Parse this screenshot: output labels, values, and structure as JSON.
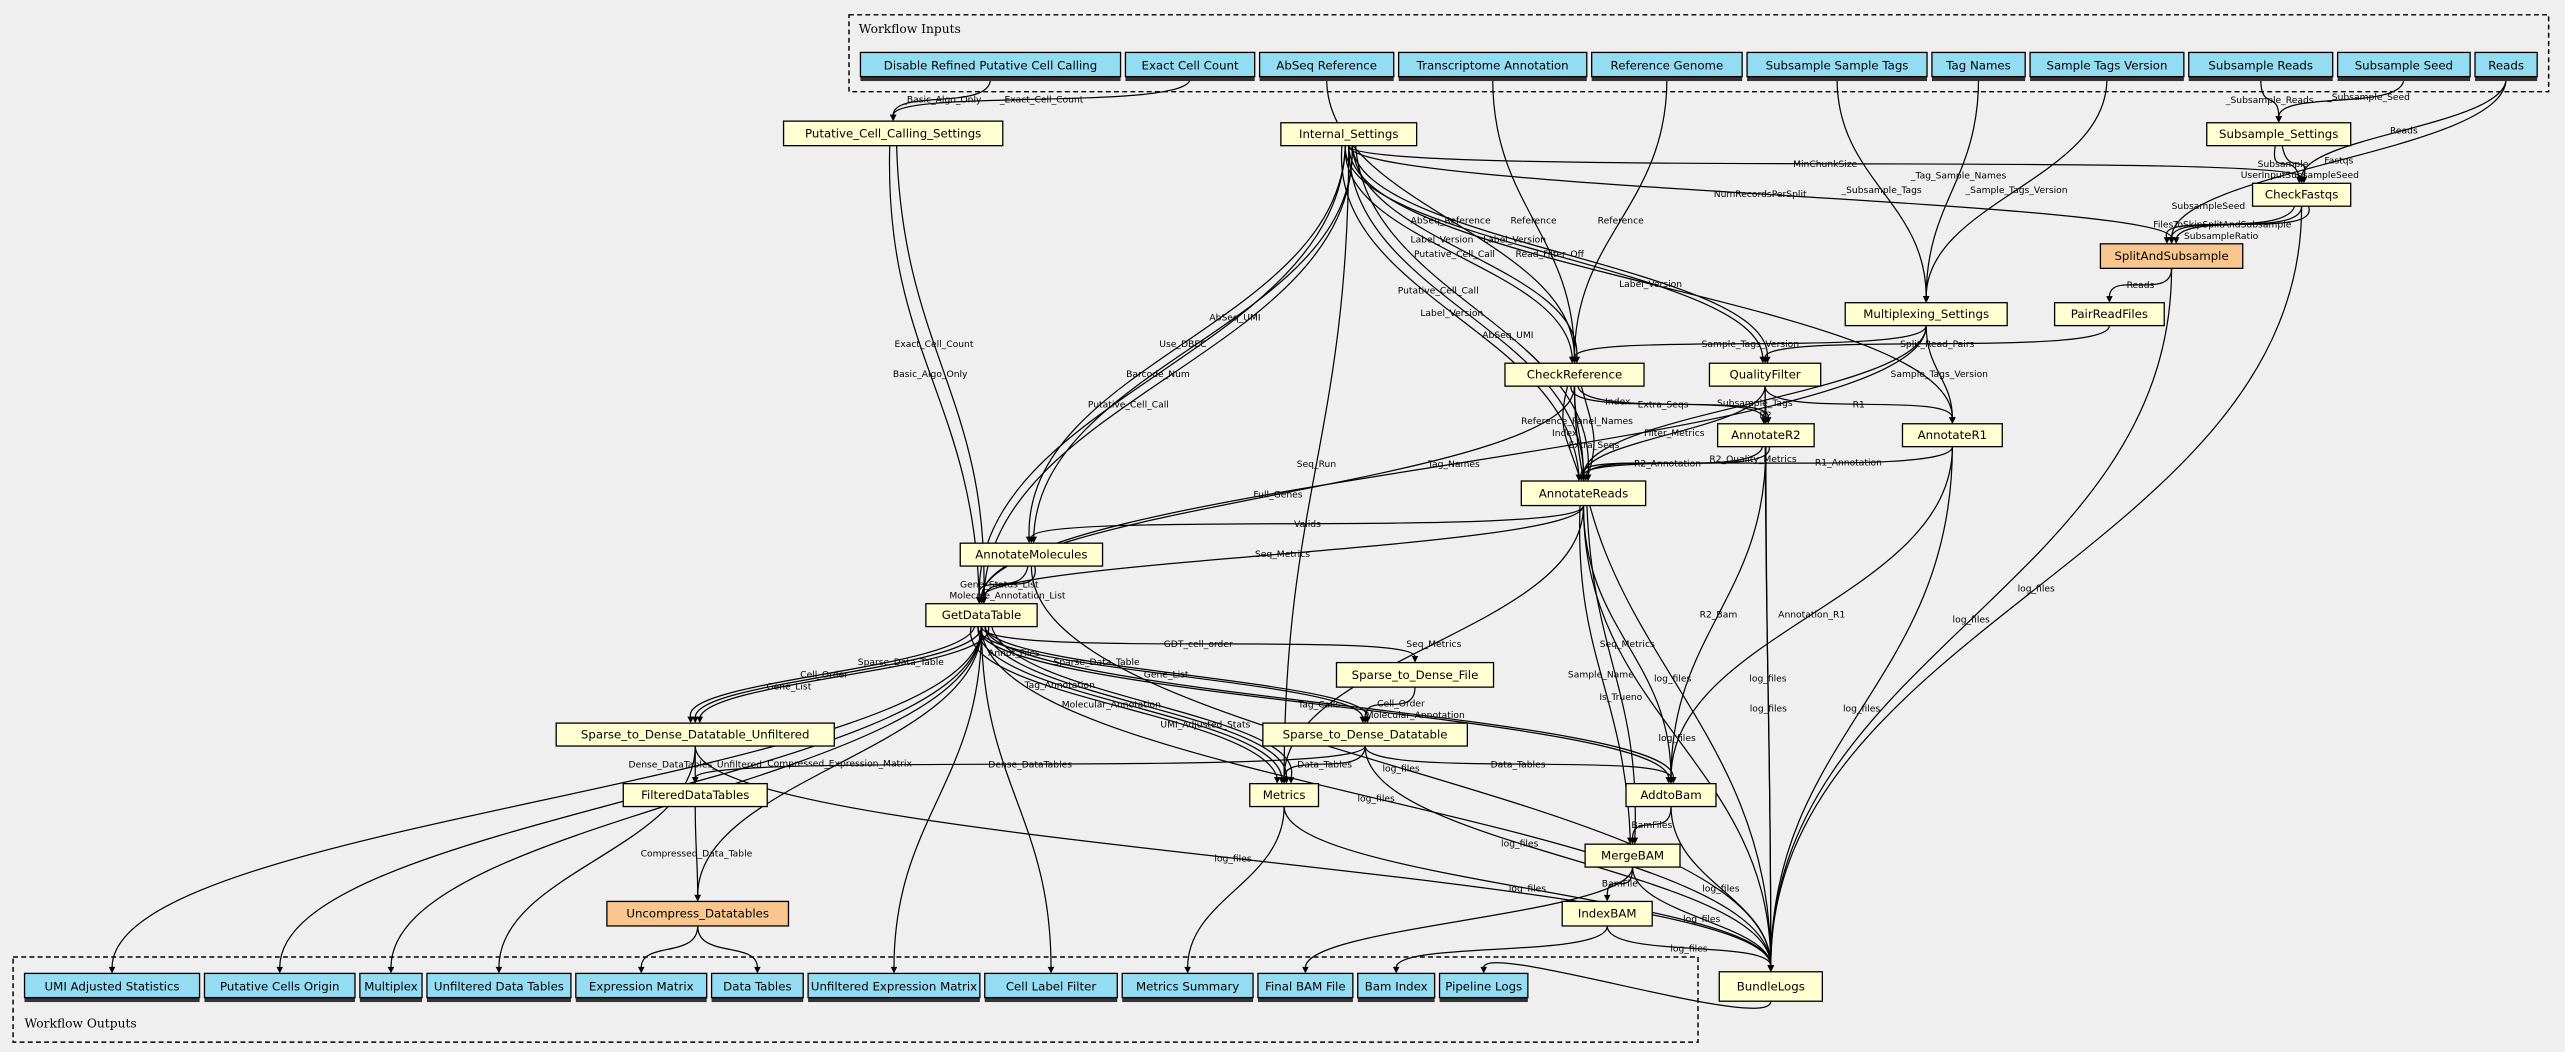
{
  "clusters": {
    "inputs": "Workflow Inputs",
    "outputs": "Workflow Outputs"
  },
  "colors": {
    "input": "#94dcf2",
    "output": "#94dcf2",
    "step": "#ffffd2",
    "subworkflow": "#f8c68e",
    "background": "#efefef"
  },
  "nodes": {
    "in_disable": {
      "label": "Disable Refined Putative Cell Calling",
      "kind": "input"
    },
    "in_exact": {
      "label": "Exact Cell Count",
      "kind": "input"
    },
    "in_abseq": {
      "label": "AbSeq Reference",
      "kind": "input"
    },
    "in_transcriptome": {
      "label": "Transcriptome Annotation",
      "kind": "input"
    },
    "in_refgenome": {
      "label": "Reference Genome",
      "kind": "input"
    },
    "in_subtags": {
      "label": "Subsample Sample Tags",
      "kind": "input"
    },
    "in_tagnames": {
      "label": "Tag Names",
      "kind": "input"
    },
    "in_tagsversion": {
      "label": "Sample Tags Version",
      "kind": "input"
    },
    "in_subreads": {
      "label": "Subsample Reads",
      "kind": "input"
    },
    "in_subseed": {
      "label": "Subsample Seed",
      "kind": "input"
    },
    "in_reads": {
      "label": "Reads",
      "kind": "input"
    },
    "pccs": {
      "label": "Putative_Cell_Calling_Settings",
      "kind": "step"
    },
    "internal": {
      "label": "Internal_Settings",
      "kind": "step"
    },
    "subsettings": {
      "label": "Subsample_Settings",
      "kind": "step"
    },
    "checkfastqs": {
      "label": "CheckFastqs",
      "kind": "step"
    },
    "split": {
      "label": "SplitAndSubsample",
      "kind": "subworkflow"
    },
    "multiplex": {
      "label": "Multiplexing_Settings",
      "kind": "step"
    },
    "pair": {
      "label": "PairReadFiles",
      "kind": "step"
    },
    "checkref": {
      "label": "CheckReference",
      "kind": "step"
    },
    "qf": {
      "label": "QualityFilter",
      "kind": "step"
    },
    "ar2": {
      "label": "AnnotateR2",
      "kind": "step"
    },
    "ar1": {
      "label": "AnnotateR1",
      "kind": "step"
    },
    "areads": {
      "label": "AnnotateReads",
      "kind": "step"
    },
    "amol": {
      "label": "AnnotateMolecules",
      "kind": "step"
    },
    "gdt": {
      "label": "GetDataTable",
      "kind": "step"
    },
    "s2dfile": {
      "label": "Sparse_to_Dense_File",
      "kind": "step"
    },
    "s2dunf": {
      "label": "Sparse_to_Dense_Datatable_Unfiltered",
      "kind": "step"
    },
    "s2d": {
      "label": "Sparse_to_Dense_Datatable",
      "kind": "step"
    },
    "fdt": {
      "label": "FilteredDataTables",
      "kind": "step"
    },
    "metrics": {
      "label": "Metrics",
      "kind": "step"
    },
    "addtobam": {
      "label": "AddtoBam",
      "kind": "step"
    },
    "mergebam": {
      "label": "MergeBAM",
      "kind": "step"
    },
    "indexbam": {
      "label": "IndexBAM",
      "kind": "step"
    },
    "uncompress": {
      "label": "Uncompress_Datatables",
      "kind": "subworkflow"
    },
    "bundle": {
      "label": "BundleLogs",
      "kind": "step"
    },
    "out_umi": {
      "label": "UMI Adjusted Statistics",
      "kind": "output"
    },
    "out_pco": {
      "label": "Putative Cells Origin",
      "kind": "output"
    },
    "out_multiplex": {
      "label": "Multiplex",
      "kind": "output"
    },
    "out_udt": {
      "label": "Unfiltered Data Tables",
      "kind": "output"
    },
    "out_em": {
      "label": "Expression Matrix",
      "kind": "output"
    },
    "out_dt": {
      "label": "Data Tables",
      "kind": "output"
    },
    "out_uem": {
      "label": "Unfiltered Expression Matrix",
      "kind": "output"
    },
    "out_clf": {
      "label": "Cell Label Filter",
      "kind": "output"
    },
    "out_ms": {
      "label": "Metrics Summary",
      "kind": "output"
    },
    "out_bam": {
      "label": "Final BAM File",
      "kind": "output"
    },
    "out_bai": {
      "label": "Bam Index",
      "kind": "output"
    },
    "out_logs": {
      "label": "Pipeline Logs",
      "kind": "output"
    }
  },
  "edges": [
    {
      "from": "in_disable",
      "to": "pccs",
      "label": "_Basic_Algo_Only"
    },
    {
      "from": "in_exact",
      "to": "pccs",
      "label": "_Exact_Cell_Count"
    },
    {
      "from": "pccs",
      "to": "gdt",
      "label": "Basic_Algo_Only"
    },
    {
      "from": "pccs",
      "to": "gdt",
      "label": "Exact_Cell_Count"
    },
    {
      "from": "in_abseq",
      "to": "checkref",
      "label": "AbSeq_Reference"
    },
    {
      "from": "in_transcriptome",
      "to": "checkref",
      "label": "Reference"
    },
    {
      "from": "in_refgenome",
      "to": "checkref",
      "label": "Reference"
    },
    {
      "from": "in_subtags",
      "to": "multiplex",
      "label": "_Subsample_Tags"
    },
    {
      "from": "in_tagnames",
      "to": "multiplex",
      "label": "_Tag_Sample_Names"
    },
    {
      "from": "in_tagsversion",
      "to": "multiplex",
      "label": "_Sample_Tags_Version"
    },
    {
      "from": "in_subreads",
      "to": "subsettings",
      "label": "_Subsample_Reads"
    },
    {
      "from": "in_subseed",
      "to": "subsettings",
      "label": "_Subsample_Seed"
    },
    {
      "from": "in_reads",
      "to": "checkfastqs",
      "label": "Reads"
    },
    {
      "from": "in_reads",
      "to": "split",
      "label": "Fastqs"
    },
    {
      "from": "subsettings",
      "to": "checkfastqs",
      "label": "Subsample"
    },
    {
      "from": "subsettings",
      "to": "checkfastqs",
      "label": "UserInputSubsampleSeed"
    },
    {
      "from": "internal",
      "to": "checkfastqs",
      "label": "MinChunkSize"
    },
    {
      "from": "internal",
      "to": "split",
      "label": "NumRecordsPerSplit"
    },
    {
      "from": "checkfastqs",
      "to": "split",
      "label": "FilesToSkipSplitAndSubsample"
    },
    {
      "from": "checkfastqs",
      "to": "split",
      "label": "SubsampleRatio"
    },
    {
      "from": "checkfastqs",
      "to": "split",
      "label": "SubsampleSeed"
    },
    {
      "from": "checkfastqs",
      "to": "bundle",
      "label": "log_files"
    },
    {
      "from": "split",
      "to": "pair",
      "label": "Reads"
    },
    {
      "from": "split",
      "to": "bundle",
      "label": "log_files"
    },
    {
      "from": "pair",
      "to": "qf",
      "label": "Split_Read_Pairs"
    },
    {
      "from": "internal",
      "to": "checkref",
      "label": "Putative_Cell_Call"
    },
    {
      "from": "internal",
      "to": "checkref",
      "label": "Label_Version"
    },
    {
      "from": "internal",
      "to": "qf",
      "label": "Read_Filter_Off"
    },
    {
      "from": "internal",
      "to": "qf",
      "label": "Label_Version"
    },
    {
      "from": "internal",
      "to": "ar1",
      "label": "Label_Version"
    },
    {
      "from": "internal",
      "to": "areads",
      "label": "Label_Version"
    },
    {
      "from": "internal",
      "to": "areads",
      "label": "Putative_Cell_Call"
    },
    {
      "from": "internal",
      "to": "areads",
      "label": "AbSeq_UMI"
    },
    {
      "from": "internal",
      "to": "amol",
      "label": "Use_DBEC"
    },
    {
      "from": "internal",
      "to": "amol",
      "label": "AbSeq_UMI"
    },
    {
      "from": "internal",
      "to": "gdt",
      "label": "Barcode_Num"
    },
    {
      "from": "internal",
      "to": "gdt",
      "label": "Putative_Cell_Call"
    },
    {
      "from": "internal",
      "to": "metrics",
      "label": "Seq_Run"
    },
    {
      "from": "multiplex",
      "to": "checkref",
      "label": "Sample_Tags_Version"
    },
    {
      "from": "multiplex",
      "to": "areads",
      "label": "Subsample_Tags"
    },
    {
      "from": "multiplex",
      "to": "ar1",
      "label": "Sample_Tags_Version"
    },
    {
      "from": "multiplex",
      "to": "gdt",
      "label": "Tag_Names"
    },
    {
      "from": "checkref",
      "to": "ar2",
      "label": "Extra_Seqs"
    },
    {
      "from": "checkref",
      "to": "ar2",
      "label": "Index"
    },
    {
      "from": "checkref",
      "to": "areads",
      "label": "Index"
    },
    {
      "from": "checkref",
      "to": "areads",
      "label": "Reference_Panel_Names"
    },
    {
      "from": "checkref",
      "to": "areads",
      "label": "Extra_Seqs"
    },
    {
      "from": "checkref",
      "to": "gdt",
      "label": "Full_Genes"
    },
    {
      "from": "checkref",
      "to": "bundle",
      "label": "log_files"
    },
    {
      "from": "qf",
      "to": "ar2",
      "label": "R2"
    },
    {
      "from": "qf",
      "to": "ar1",
      "label": "R1"
    },
    {
      "from": "qf",
      "to": "areads",
      "label": "Filter_Metrics"
    },
    {
      "from": "qf",
      "to": "bundle",
      "label": "log_files"
    },
    {
      "from": "ar2",
      "to": "areads",
      "label": "R2_Annotation"
    },
    {
      "from": "ar2",
      "to": "areads",
      "label": "R2_Quality_Metrics"
    },
    {
      "from": "ar2",
      "to": "addtobam",
      "label": "R2_Bam"
    },
    {
      "from": "ar2",
      "to": "bundle",
      "label": "log_files"
    },
    {
      "from": "ar1",
      "to": "areads",
      "label": "R1_Annotation"
    },
    {
      "from": "ar1",
      "to": "addtobam",
      "label": "Annotation_R1"
    },
    {
      "from": "ar1",
      "to": "bundle",
      "label": "log_files"
    },
    {
      "from": "areads",
      "to": "amol",
      "label": "Valids"
    },
    {
      "from": "areads",
      "to": "gdt",
      "label": "Seq_Metrics"
    },
    {
      "from": "areads",
      "to": "metrics",
      "label": "Seq_Metrics"
    },
    {
      "from": "areads",
      "to": "addtobam",
      "label": "Seq_Metrics"
    },
    {
      "from": "areads",
      "to": "mergebam",
      "label": "Sample_Name"
    },
    {
      "from": "areads",
      "to": "mergebam",
      "label": "Is_Trueno"
    },
    {
      "from": "areads",
      "to": "bundle",
      "label": "log_files"
    },
    {
      "from": "amol",
      "to": "gdt",
      "label": "Gene_Status_List"
    },
    {
      "from": "amol",
      "to": "gdt",
      "label": "Molecule_Annotation_List"
    },
    {
      "from": "amol",
      "to": "bundle",
      "label": "log_files"
    },
    {
      "from": "gdt",
      "to": "s2dfile",
      "label": "GDT_cell_order"
    },
    {
      "from": "gdt",
      "to": "s2dunf",
      "label": "Cell_Order"
    },
    {
      "from": "gdt",
      "to": "s2dunf",
      "label": "Sparse_Data_Table"
    },
    {
      "from": "gdt",
      "to": "s2dunf",
      "label": "Gene_List"
    },
    {
      "from": "gdt",
      "to": "s2d",
      "label": "Gene_List"
    },
    {
      "from": "gdt",
      "to": "s2d",
      "label": "Sparse_Data_Table"
    },
    {
      "from": "gdt",
      "to": "metrics",
      "label": "Molecular_Annotation"
    },
    {
      "from": "gdt",
      "to": "metrics",
      "label": "Tag_Annotation"
    },
    {
      "from": "gdt",
      "to": "metrics",
      "label": "UMI_Adjusted_Stats"
    },
    {
      "from": "gdt",
      "to": "metrics",
      "label": "Annot_Files"
    },
    {
      "from": "gdt",
      "to": "addtobam",
      "label": "Tag_Calls"
    },
    {
      "from": "gdt",
      "to": "addtobam",
      "label": "Molecular_Annotation"
    },
    {
      "from": "gdt",
      "to": "uncompress",
      "label": "Compressed_Expression_Matrix"
    },
    {
      "from": "gdt",
      "to": "out_umi",
      "label": ""
    },
    {
      "from": "gdt",
      "to": "out_pco",
      "label": ""
    },
    {
      "from": "gdt",
      "to": "out_multiplex",
      "label": ""
    },
    {
      "from": "gdt",
      "to": "out_uem",
      "label": ""
    },
    {
      "from": "gdt",
      "to": "out_clf",
      "label": ""
    },
    {
      "from": "gdt",
      "to": "bundle",
      "label": "log_files"
    },
    {
      "from": "s2dfile",
      "to": "s2d",
      "label": "Cell_Order"
    },
    {
      "from": "s2dunf",
      "to": "fdt",
      "label": "Dense_DataTables_Unfiltered"
    },
    {
      "from": "s2dunf",
      "to": "out_udt",
      "label": ""
    },
    {
      "from": "s2dunf",
      "to": "bundle",
      "label": "log_files"
    },
    {
      "from": "s2d",
      "to": "fdt",
      "label": "Dense_DataTables"
    },
    {
      "from": "s2d",
      "to": "metrics",
      "label": "Data_Tables"
    },
    {
      "from": "s2d",
      "to": "addtobam",
      "label": "Data_Tables"
    },
    {
      "from": "s2d",
      "to": "bundle",
      "label": "log_files"
    },
    {
      "from": "fdt",
      "to": "uncompress",
      "label": "Compressed_Data_Table"
    },
    {
      "from": "uncompress",
      "to": "out_em",
      "label": ""
    },
    {
      "from": "uncompress",
      "to": "out_dt",
      "label": ""
    },
    {
      "from": "metrics",
      "to": "out_ms",
      "label": ""
    },
    {
      "from": "metrics",
      "to": "bundle",
      "label": "log_files"
    },
    {
      "from": "addtobam",
      "to": "mergebam",
      "label": "BamFiles"
    },
    {
      "from": "addtobam",
      "to": "bundle",
      "label": "log_files"
    },
    {
      "from": "mergebam",
      "to": "indexbam",
      "label": "BamFile"
    },
    {
      "from": "mergebam",
      "to": "out_bam",
      "label": ""
    },
    {
      "from": "mergebam",
      "to": "bundle",
      "label": "log_files"
    },
    {
      "from": "indexbam",
      "to": "out_bai",
      "label": ""
    },
    {
      "from": "indexbam",
      "to": "bundle",
      "label": "log_files"
    },
    {
      "from": "bundle",
      "to": "out_logs",
      "label": ""
    }
  ]
}
